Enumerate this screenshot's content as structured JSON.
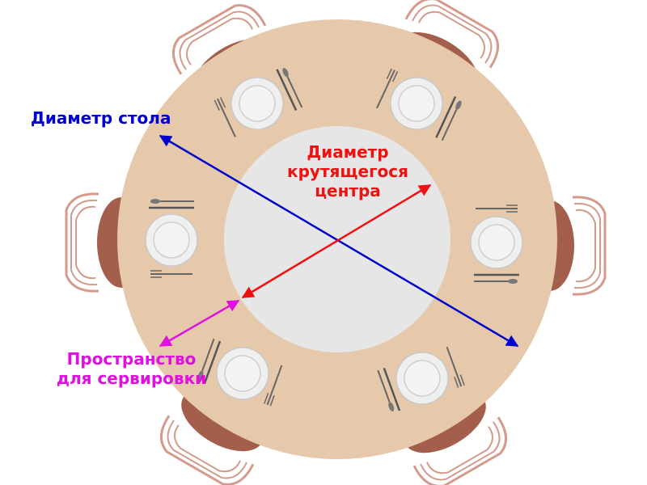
{
  "labels": {
    "table_diameter": "Диаметр стола",
    "center_line1": "Диаметр",
    "center_line2": "крутящегося",
    "center_line3": "центра",
    "serving_line1": "Пространство",
    "serving_line2": "для сервировки"
  },
  "colors": {
    "table": "#e6c9ab",
    "lazy_susan": "#e6e6e6",
    "chair_seat": "#a35f4b",
    "chair_frame": "#d49a8c",
    "plate_outer": "#efefef",
    "plate_inner": "#dadada",
    "table_diameter": "#0000cc",
    "center_diameter": "#ee1111",
    "serving_space": "#e010e0"
  }
}
